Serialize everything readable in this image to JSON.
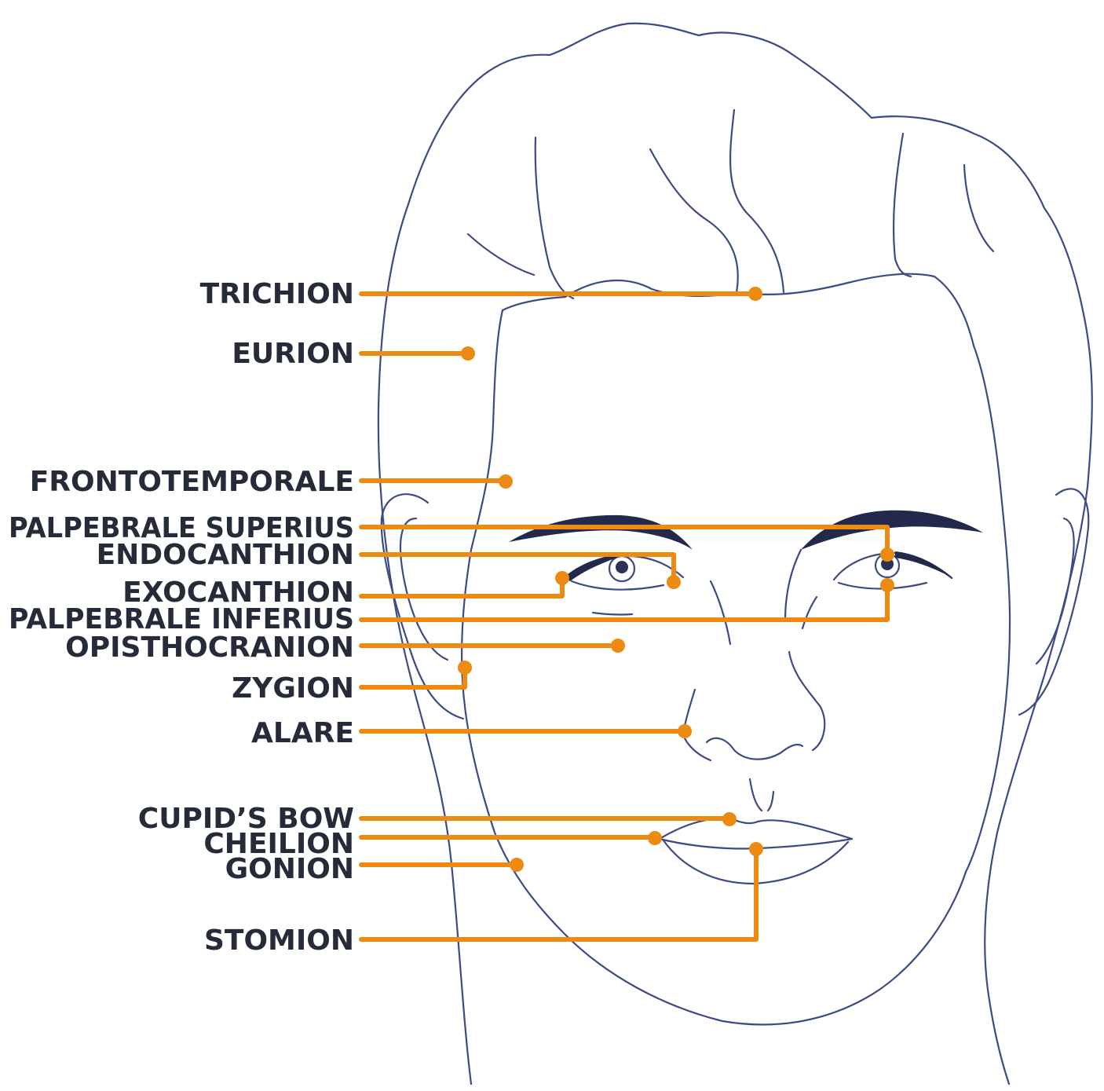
{
  "colors": {
    "leader": "#ed8a12",
    "label_text": "#262b3a",
    "sketch_line": "#3c4a85",
    "brow_fill": "#23294a",
    "background": "#ffffff"
  },
  "landmarks": [
    {
      "id": "trichion",
      "label": "TRICHION"
    },
    {
      "id": "eurion",
      "label": "EURION"
    },
    {
      "id": "frontotemporale",
      "label": "FRONTOTEMPORALE"
    },
    {
      "id": "palpebrale-superius",
      "label": "PALPEBRALE SUPERIUS"
    },
    {
      "id": "endocanthion",
      "label": "ENDOCANTHION"
    },
    {
      "id": "exocanthion",
      "label": "EXOCANTHION"
    },
    {
      "id": "palpebrale-inferius",
      "label": "PALPEBRALE INFERIUS"
    },
    {
      "id": "opisthocranion",
      "label": "OPISTHOCRANION"
    },
    {
      "id": "zygion",
      "label": "ZYGION"
    },
    {
      "id": "alare",
      "label": "ALARE"
    },
    {
      "id": "cupids-bow",
      "label": "CUPID’S BOW"
    },
    {
      "id": "cheilion",
      "label": "CHEILION"
    },
    {
      "id": "gonion",
      "label": "GONION"
    },
    {
      "id": "stomion",
      "label": "STOMION"
    }
  ]
}
